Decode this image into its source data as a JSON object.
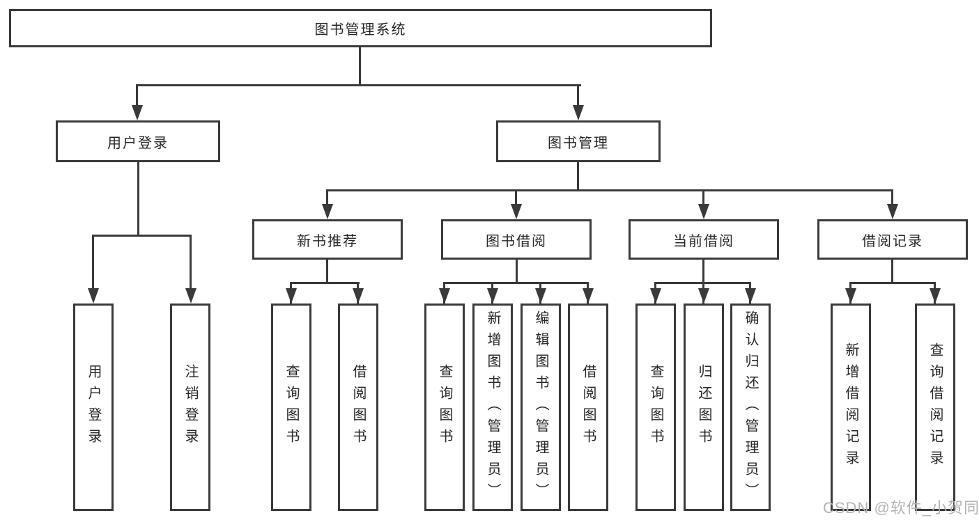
{
  "tree": {
    "root": {
      "label": "图书管理系统"
    },
    "level2": [
      {
        "label": "用户登录"
      },
      {
        "label": "图书管理"
      }
    ],
    "level3": [
      {
        "label": "新书推荐"
      },
      {
        "label": "图书借阅"
      },
      {
        "label": "当前借阅"
      },
      {
        "label": "借阅记录"
      }
    ],
    "leaves": {
      "user_login": [
        "用户登录",
        "注销登录"
      ],
      "new_book_recommend": [
        "查询图书",
        "借阅图书"
      ],
      "book_borrow": [
        "查询图书",
        "新增图书（管理员）",
        "编辑图书（管理员）",
        "借阅图书"
      ],
      "current_borrow": [
        "查询图书",
        "归还图书",
        "确认归还（管理员）"
      ],
      "borrow_record": [
        "新增借阅记录",
        "查询借阅记录"
      ]
    }
  },
  "watermark": "CSDN @软件_小贺同学",
  "colors": {
    "line": "#3a3a3a",
    "text": "#262626",
    "watermark": "#b3b3b3",
    "background": "#ffffff"
  }
}
